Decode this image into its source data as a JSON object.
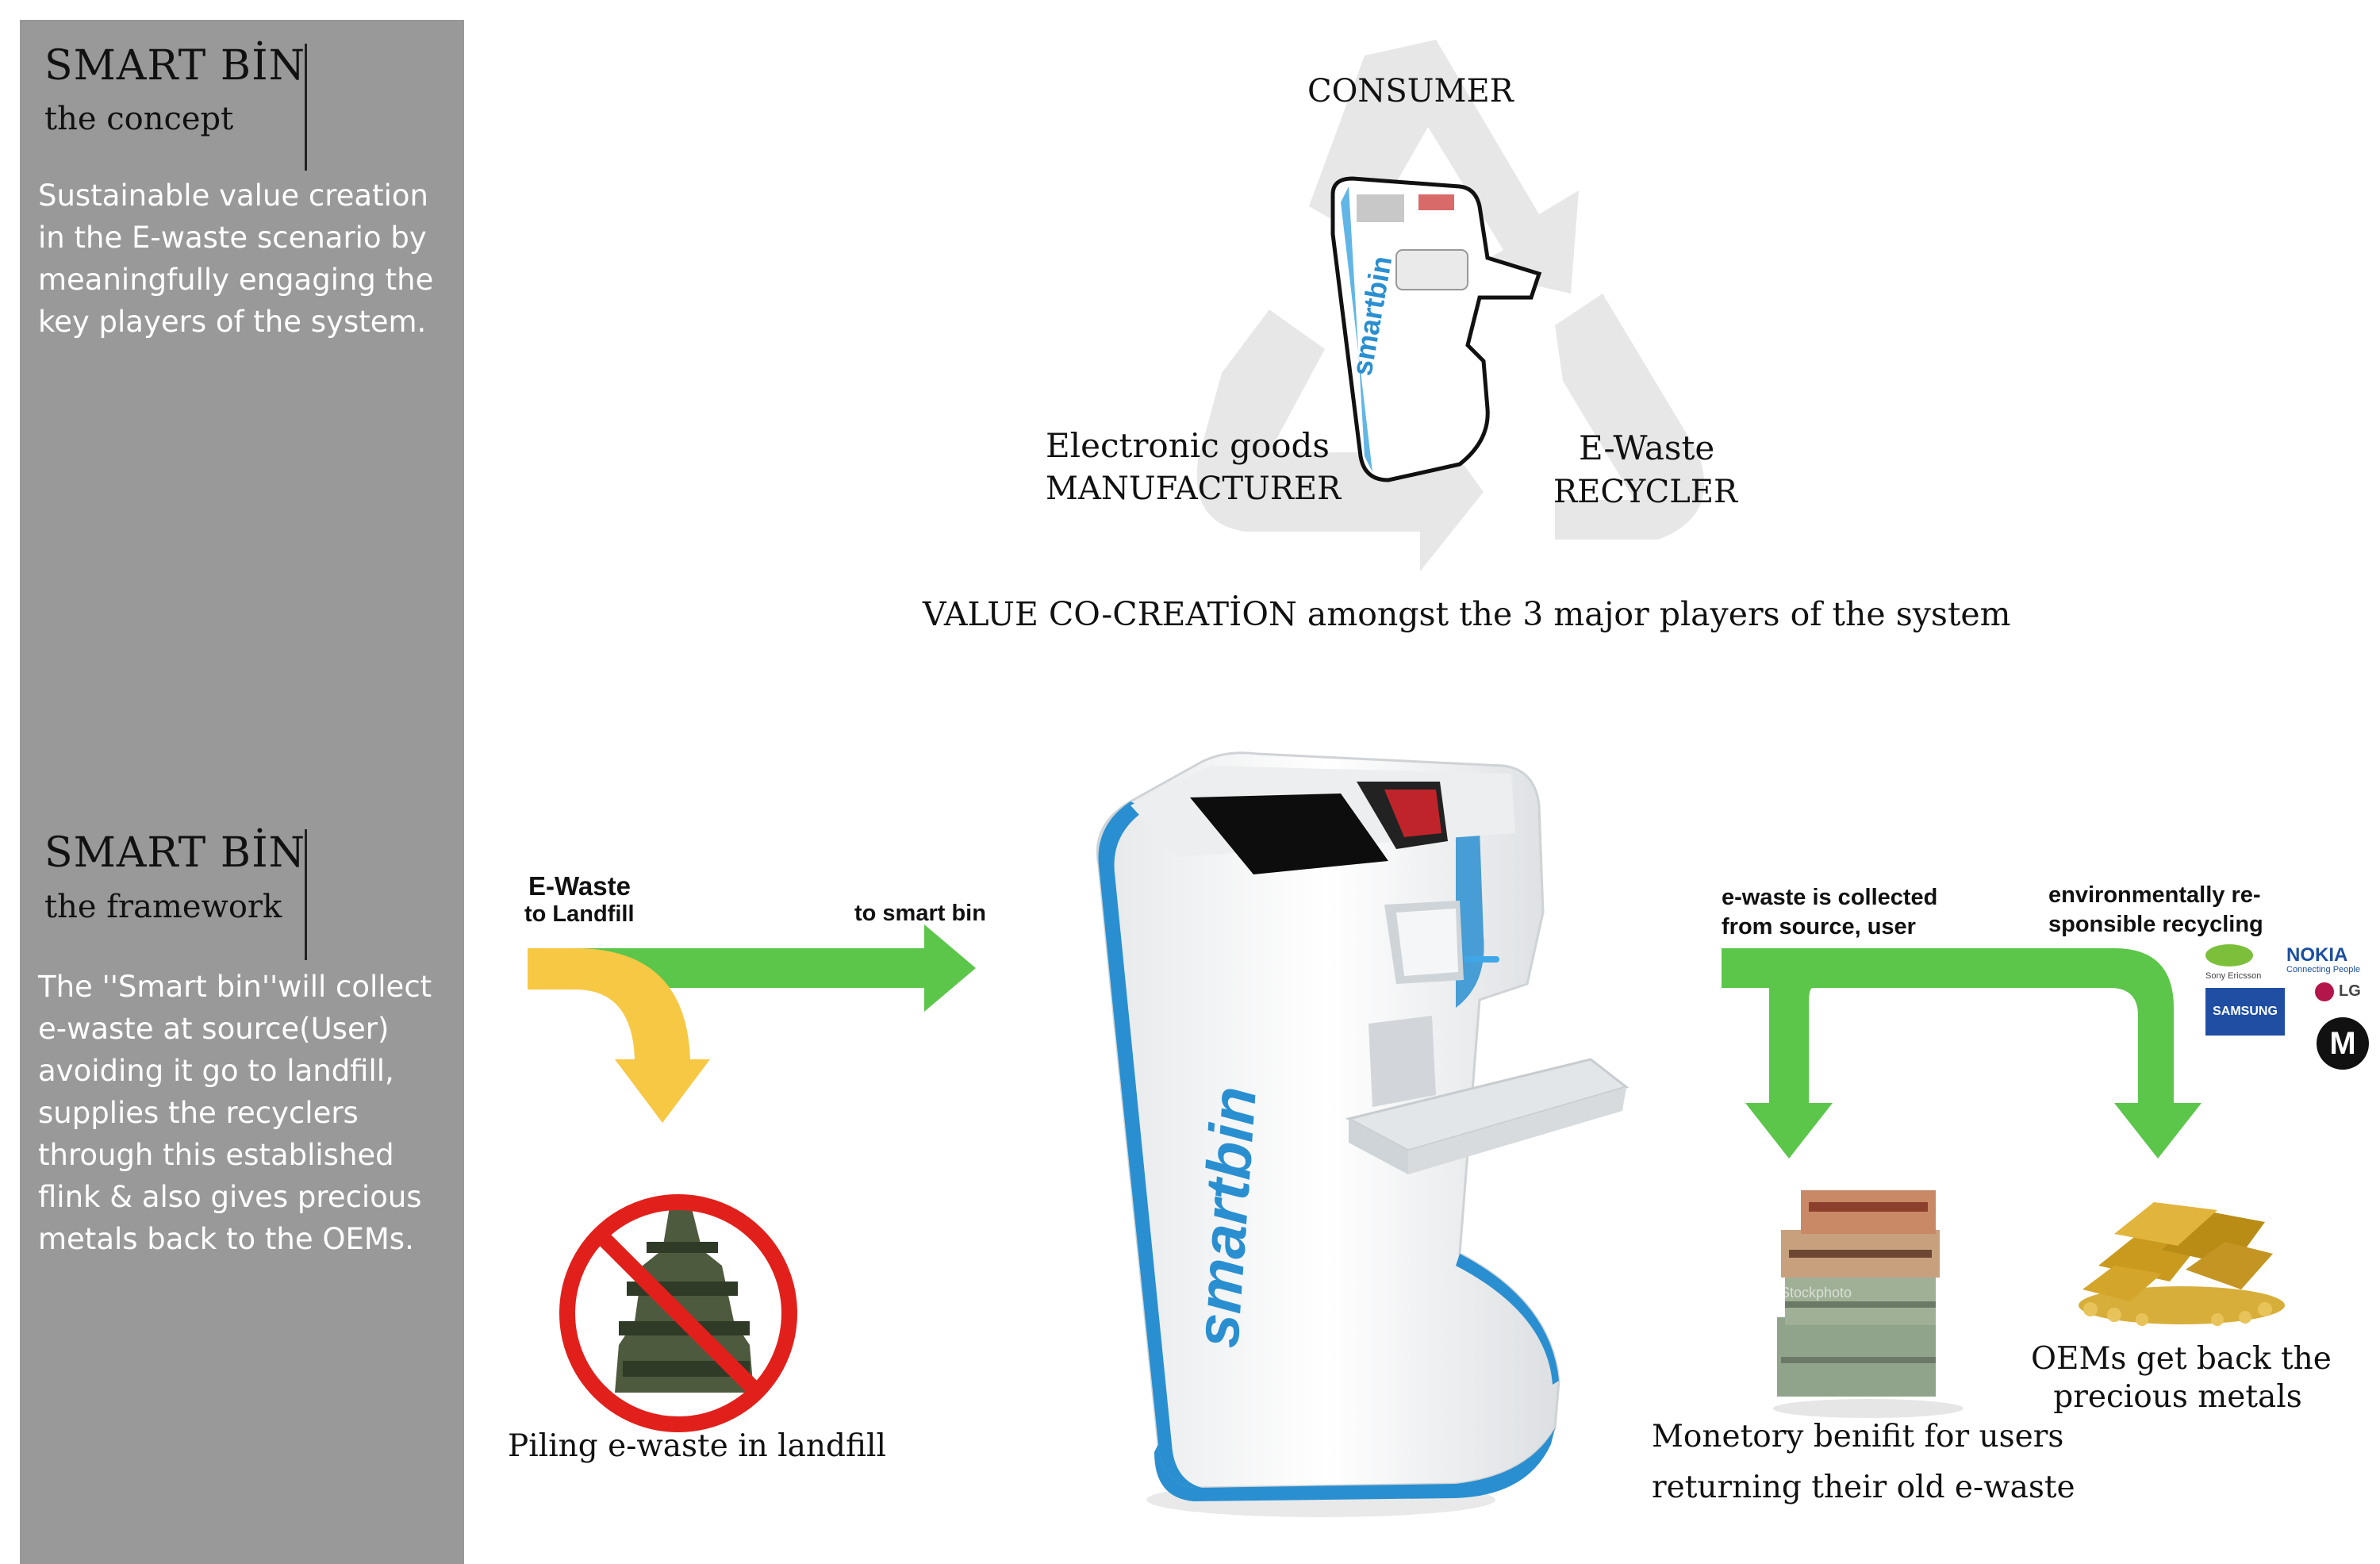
{
  "sidebar": {
    "concept": {
      "title": "SMART BİN",
      "subtitle": "the concept",
      "body": "Sustainable value creation in the E-waste scenario by meaningfully engaging the key players of the system."
    },
    "framework": {
      "title": "SMART BİN",
      "subtitle": "the framework",
      "body": "The ''Smart bin''will collect e-waste at source(User) avoiding it go to landfill, supplies the recyclers through this established flink & also gives precious metals back to the OEMs."
    }
  },
  "cycle": {
    "consumer": "CONSUMER",
    "manufacturer_line1": "Electronic goods",
    "manufacturer_line2": "MANUFACTURER",
    "recycler_line1": "E-Waste",
    "recycler_line2": "RECYCLER",
    "caption": "VALUE CO-CREATİON amongst the 3 major players of the system"
  },
  "bin_brand": "smartbin",
  "framework_flow": {
    "ewaste_title": "E-Waste",
    "to_landfill": "to Landfill",
    "to_smart_bin": "to smart bin",
    "landfill_caption": "Piling e-waste in landfill",
    "collected_line1": "e-waste is collected",
    "collected_line2": "from source, user",
    "recycling_line1": "environmentally re-",
    "recycling_line2": "sponsible  recycling",
    "monetary_line1": "Monetory benifit for users",
    "monetary_line2": "returning their old e-waste",
    "oem_line1": "OEMs get back the",
    "oem_line2": "precious metals"
  },
  "brand_logos": {
    "nokia": "NOKIA",
    "nokia_tagline": "Connecting People",
    "sony_ericsson": "Sony Ericsson",
    "lg": "LG",
    "samsung": "SAMSUNG",
    "motorola": "M",
    "watermark": "iStockphoto"
  },
  "colors": {
    "sidebar_bg": "#999999",
    "arrow_green": "#5cc64b",
    "arrow_yellow": "#f7c844",
    "prohibit_red": "#e2201b",
    "bin_blue": "#2a8fd0",
    "bin_green": "#8bc43f",
    "recycle_gray": "#e7e7e7"
  }
}
